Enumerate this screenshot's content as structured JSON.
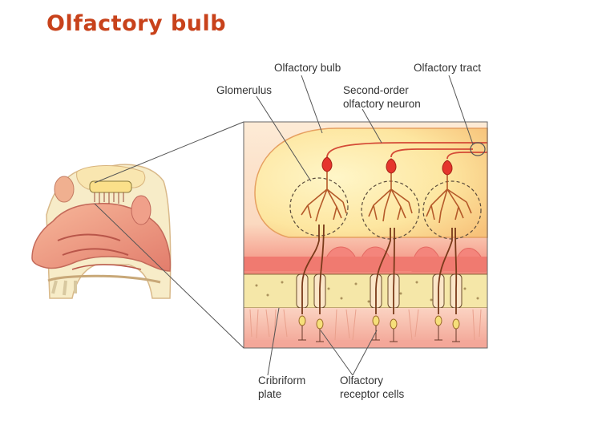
{
  "title": "Olfactory bulb",
  "labels": {
    "olfactory_bulb": "Olfactory bulb",
    "olfactory_tract": "Olfactory tract",
    "glomerulus": "Glomerulus",
    "second_order_line1": "Second-order",
    "second_order_line2": "olfactory neuron",
    "cribriform_line1": "Cribriform",
    "cribriform_line2": "plate",
    "receptor_line1": "Olfactory",
    "receptor_line2": "receptor cells"
  },
  "colors": {
    "title": "#c8421b",
    "bulb": "#fbe08a",
    "tissue": "#f07f7f",
    "bone": "#f3e6a6",
    "neuron": "#e5352d",
    "label": "#333333"
  }
}
